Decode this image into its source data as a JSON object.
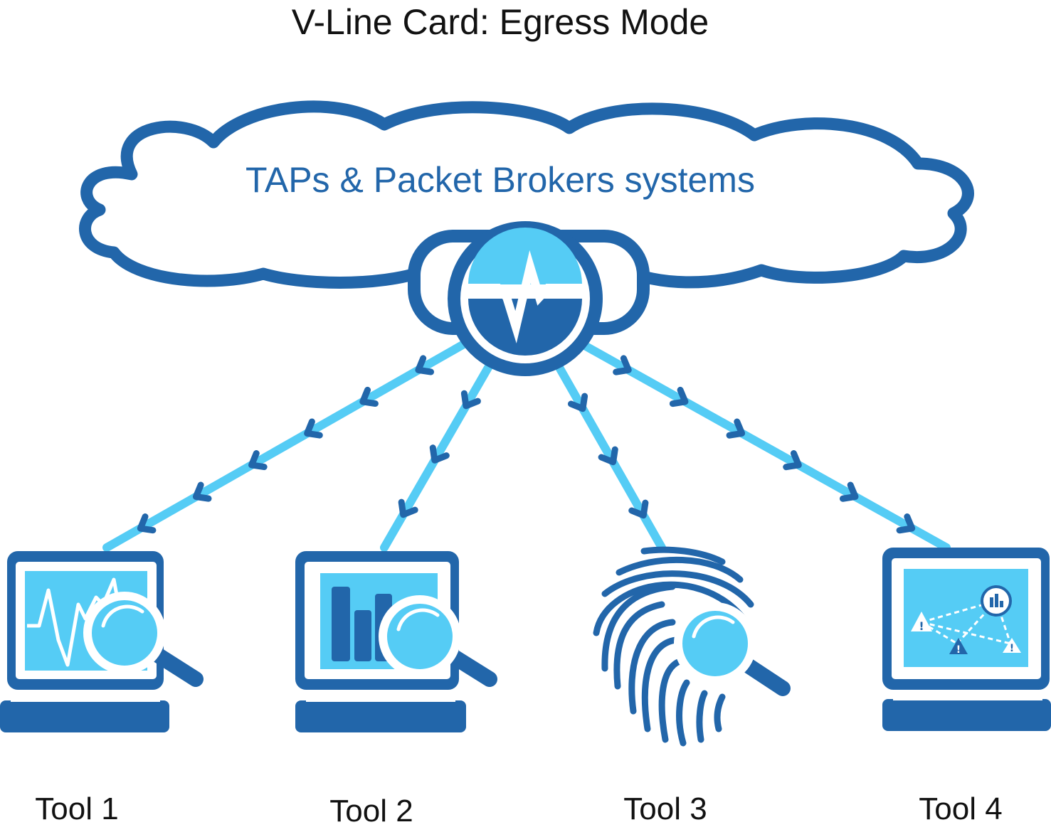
{
  "title": "V-Line Card: Egress Mode",
  "cloud_label": "TAPs & Packet Brokers systems",
  "tools": [
    {
      "label": "Tool 1",
      "icon": "monitor-waveform-magnifier-icon"
    },
    {
      "label": "Tool 2",
      "icon": "monitor-bar-chart-magnifier-icon"
    },
    {
      "label": "Tool 3",
      "icon": "fingerprint-magnifier-icon"
    },
    {
      "label": "Tool 4",
      "icon": "monitor-network-alert-icon"
    }
  ],
  "hub_icon": "v-line-pulse-icon",
  "colors": {
    "dark_blue": "#2266aa",
    "light_blue": "#55ccf5",
    "text": "#111111",
    "background": "#ffffff"
  }
}
